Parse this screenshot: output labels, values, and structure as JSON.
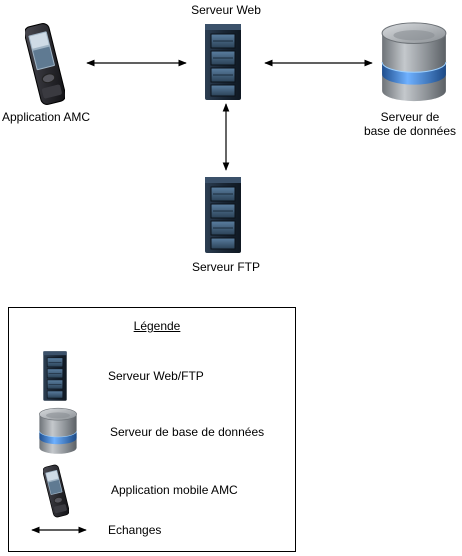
{
  "nodes": {
    "web_server": "Serveur Web",
    "mobile_app": "Application AMC",
    "database_line1": "Serveur de",
    "database_line2": "base de données",
    "ftp_server": "Serveur FTP"
  },
  "legend": {
    "title": "Légende",
    "items": [
      {
        "icon": "server-icon",
        "label": "Serveur Web/FTP"
      },
      {
        "icon": "database-icon",
        "label": "Serveur de base de données"
      },
      {
        "icon": "phone-icon",
        "label": "Application mobile AMC"
      },
      {
        "icon": "double-arrow-icon",
        "label": "Echanges"
      }
    ]
  },
  "colors": {
    "server_body": "#1f2d3d",
    "server_panel": "#3a5570",
    "db_body": "#9a9ea3",
    "db_band": "#3d7fd0",
    "phone_body": "#2a2a2e"
  }
}
